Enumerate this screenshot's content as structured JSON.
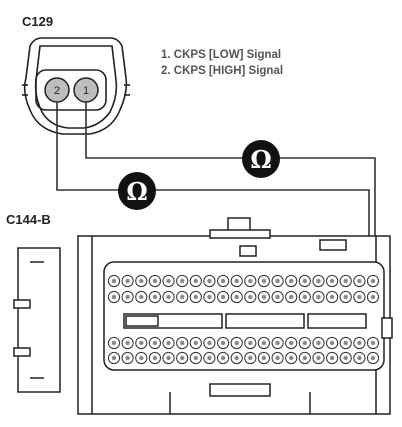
{
  "connectors": {
    "sensor": {
      "name": "C129",
      "pins": [
        "2",
        "1"
      ]
    },
    "ecm": {
      "name": "C144-B"
    }
  },
  "legend": [
    "1. CKPS [LOW] Signal",
    "2. CKPS [HIGH] Signal"
  ],
  "meters": [
    {
      "symbol": "Ω"
    },
    {
      "symbol": "Ω"
    }
  ]
}
